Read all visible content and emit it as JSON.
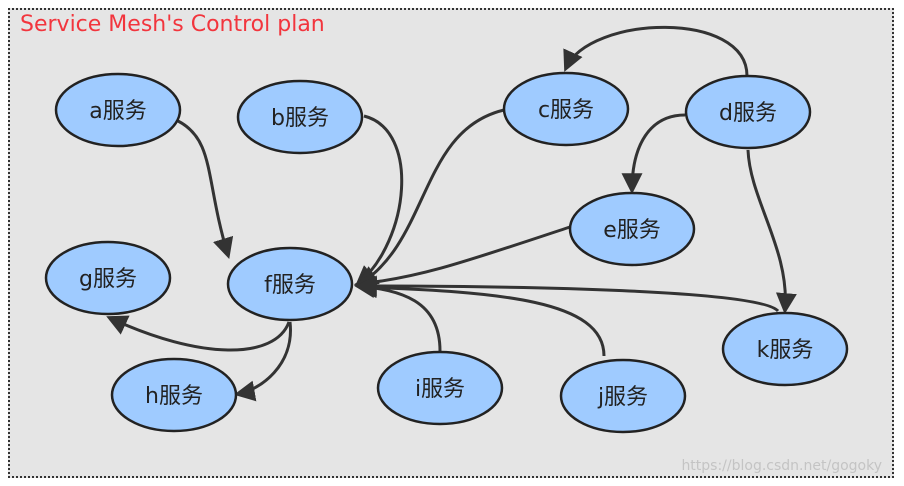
{
  "title": "Service Mesh's Control plan",
  "watermark": "https://blog.csdn.net/gogoky",
  "colors": {
    "node_fill": "#9fcbff",
    "title": "#f2353d",
    "panel": "#e5e5e5"
  },
  "nodes": [
    {
      "id": "a",
      "label": "a服务"
    },
    {
      "id": "b",
      "label": "b服务"
    },
    {
      "id": "c",
      "label": "c服务"
    },
    {
      "id": "d",
      "label": "d服务"
    },
    {
      "id": "e",
      "label": "e服务"
    },
    {
      "id": "f",
      "label": "f服务"
    },
    {
      "id": "g",
      "label": "g服务"
    },
    {
      "id": "h",
      "label": "h服务"
    },
    {
      "id": "i",
      "label": "i服务"
    },
    {
      "id": "j",
      "label": "j服务"
    },
    {
      "id": "k",
      "label": "k服务"
    }
  ],
  "edges": [
    {
      "from": "a",
      "to": "f"
    },
    {
      "from": "b",
      "to": "f"
    },
    {
      "from": "c",
      "to": "f"
    },
    {
      "from": "e",
      "to": "f"
    },
    {
      "from": "i",
      "to": "f"
    },
    {
      "from": "j",
      "to": "f"
    },
    {
      "from": "k",
      "to": "f"
    },
    {
      "from": "d",
      "to": "c"
    },
    {
      "from": "d",
      "to": "e"
    },
    {
      "from": "d",
      "to": "k"
    },
    {
      "from": "f",
      "to": "g"
    },
    {
      "from": "f",
      "to": "h"
    }
  ]
}
